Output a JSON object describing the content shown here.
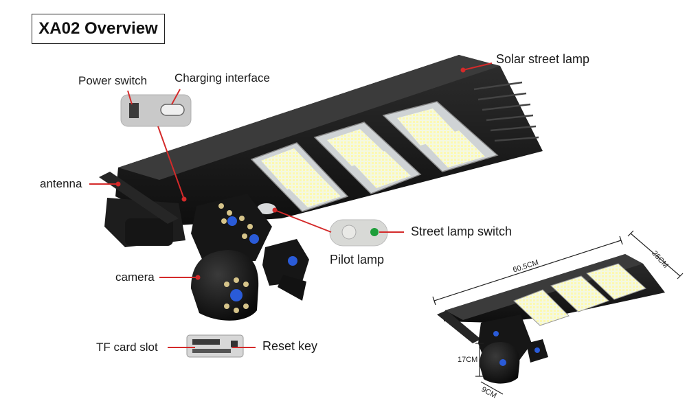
{
  "title": "XA02 Overview",
  "labels": {
    "solar_street_lamp": "Solar street lamp",
    "power_switch": "Power switch",
    "charging_interface": "Charging interface",
    "antenna": "antenna",
    "street_lamp_switch": "Street lamp switch",
    "pilot_lamp": "Pilot lamp",
    "camera": "camera",
    "tf_card_slot": "TF card slot",
    "reset_key": "Reset key"
  },
  "dimensions": {
    "length": "60.5CM",
    "width": "26CM",
    "camera_height": "17CM",
    "camera_width": "9CM"
  },
  "colors": {
    "leader_line": "#d42a2a",
    "lamp_body": "#1b1b1b",
    "led_panel": "#f2f6d8"
  }
}
